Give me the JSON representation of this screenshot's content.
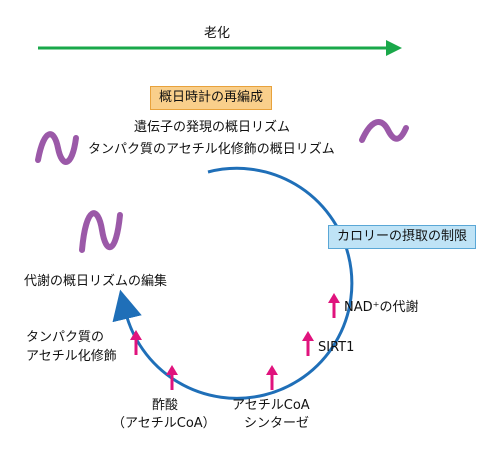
{
  "aging": {
    "label": "老化"
  },
  "boxes": {
    "reorganization": "概日時計の再編成",
    "calorie_restriction": "カロリーの摂取の制限"
  },
  "rhythms": {
    "gene_expression": "遺伝子の発現の概日リズム",
    "protein_acetylation": "タンパク質のアセチル化修飾の概日リズム",
    "metabolism": "代謝の概日リズムの編集"
  },
  "factors": {
    "nad": "NAD⁺の代謝",
    "sirt1": "SIRT1",
    "acetyl_coa_synthase_line1": "アセチルCoA",
    "acetyl_coa_synthase_line2": "シンターゼ",
    "acetic_acid_line1": "酢酸",
    "acetic_acid_line2": "（アセチルCoA）",
    "protein_acetylation_line1": "タンパク質の",
    "protein_acetylation_line2": "アセチル化修飾"
  },
  "colors": {
    "aging_arrow": "#1aa84a",
    "cycle_arrow": "#1f6fb8",
    "up_arrow": "#e0137d",
    "wave": "#9b59a8",
    "box_orange": "#f9cf8b",
    "box_blue": "#bfe3f6"
  }
}
